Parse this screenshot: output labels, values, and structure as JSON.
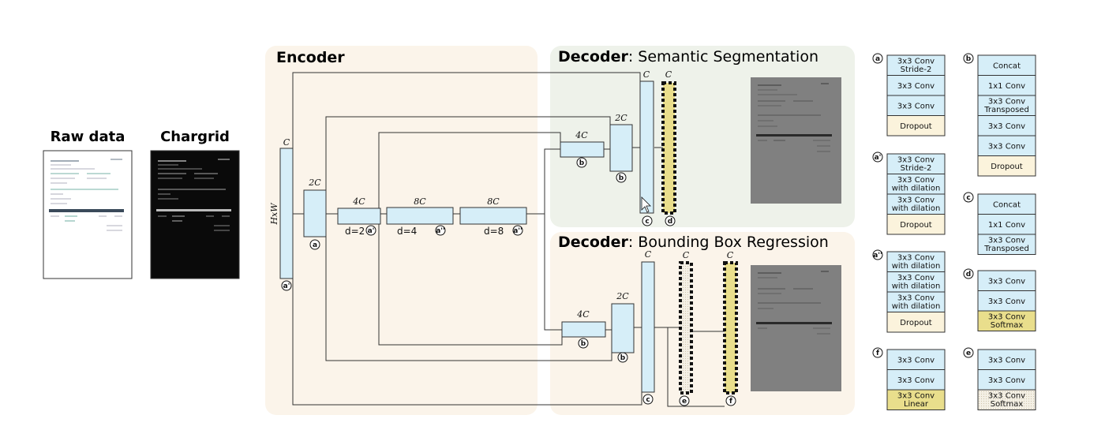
{
  "inputs": {
    "raw_data_title": "Raw data",
    "chargrid_title": "Chargrid"
  },
  "panels": {
    "encoder_title": "Encoder",
    "decoder_prefix": "Decoder",
    "decoder_seg_suffix": ": Semantic Segmentation",
    "decoder_bbox_suffix": ": Bounding Box Regression"
  },
  "encoder": {
    "input_dim": "HxW",
    "blocks": [
      {
        "channels": "C",
        "block": "a'"
      },
      {
        "channels": "2C",
        "block": "a"
      },
      {
        "channels": "4C",
        "block": "a'",
        "dilation": "d=2"
      },
      {
        "channels": "8C",
        "block": "a''",
        "dilation": "d=4"
      },
      {
        "channels": "8C",
        "block": "a''",
        "dilation": "d=8"
      }
    ]
  },
  "decoder_seg": {
    "blocks": [
      {
        "channels": "4C",
        "block": "b"
      },
      {
        "channels": "2C",
        "block": "b"
      },
      {
        "channels": "C",
        "block": "c"
      },
      {
        "channels": "C",
        "block": "d"
      }
    ]
  },
  "decoder_bbox": {
    "blocks": [
      {
        "channels": "4C",
        "block": "b"
      },
      {
        "channels": "2C",
        "block": "b"
      },
      {
        "channels": "C",
        "block": "c"
      },
      {
        "channels": "C",
        "block": "e"
      },
      {
        "channels": "C",
        "block": "f"
      }
    ]
  },
  "legend": {
    "a": {
      "label": "a",
      "layers": [
        "3x3 Conv\nStride-2",
        "3x3 Conv",
        "3x3 Conv",
        "Dropout"
      ]
    },
    "a1": {
      "label": "a'",
      "layers": [
        "3x3 Conv\nStride-2",
        "3x3 Conv\nwith dilation",
        "3x3 Conv\nwith dilation",
        "Dropout"
      ]
    },
    "a2": {
      "label": "a''",
      "layers": [
        "3x3 Conv\nwith dilation",
        "3x3 Conv\nwith dilation",
        "3x3 Conv\nwith dilation",
        "Dropout"
      ]
    },
    "f": {
      "label": "f",
      "layers": [
        "3x3 Conv",
        "3x3 Conv",
        "3x3 Conv\nLinear"
      ]
    },
    "b": {
      "label": "b",
      "layers": [
        "Concat",
        "1x1 Conv",
        "3x3 Conv\nTransposed",
        "3x3 Conv",
        "3x3 Conv",
        "Dropout"
      ]
    },
    "c": {
      "label": "c",
      "layers": [
        "Concat",
        "1x1 Conv",
        "3x3 Conv\nTransposed"
      ]
    },
    "d": {
      "label": "d",
      "layers": [
        "3x3 Conv",
        "3x3 Conv",
        "3x3 Conv\nSoftmax"
      ]
    },
    "e": {
      "label": "e",
      "layers": [
        "3x3 Conv",
        "3x3 Conv",
        "3x3 Conv\nSoftmax"
      ]
    }
  },
  "colors": {
    "block_fill": "#d6eef8",
    "dropout_fill": "#fbf3dc",
    "softmax_fill": "#e9de8c",
    "encoder_bg": "#fbf4ea",
    "seg_bg": "#eef2ea",
    "bbox_bg": "#fbf4ea",
    "output_map": "#808080"
  }
}
